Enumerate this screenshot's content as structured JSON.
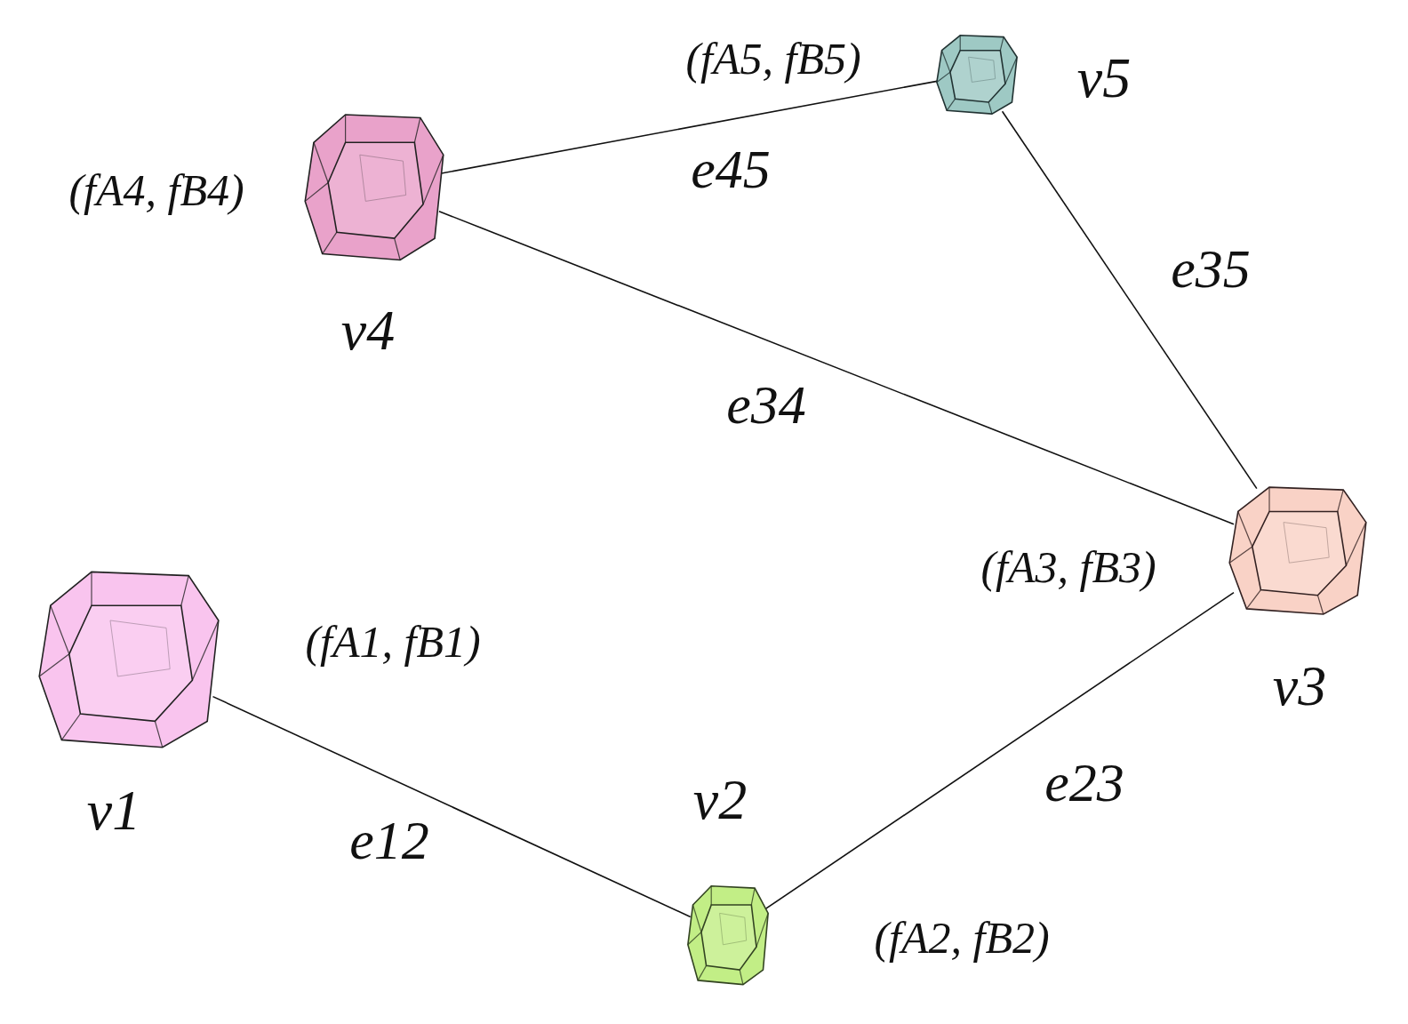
{
  "diagram": {
    "nodes": [
      {
        "text": [
          "v1",
          "(fA1, fB1)"
        ]
      },
      {
        "text": [
          "v2",
          "(fA2, fB2)"
        ]
      },
      {
        "text": [
          "v3",
          "(fA3, fB3)"
        ]
      },
      {
        "text": [
          "v4",
          "(fA4, fB4)"
        ]
      },
      {
        "text": [
          "v5",
          "(fA5, fB5)"
        ]
      }
    ],
    "edges": [
      {
        "from": 3,
        "to": 4,
        "arrow": "none",
        "label": "e45"
      },
      {
        "from": 2,
        "to": 4,
        "arrow": "none",
        "label": "e35"
      },
      {
        "from": 3,
        "to": 2,
        "arrow": "none",
        "label": "e34"
      },
      {
        "from": 1,
        "to": 2,
        "arrow": "none",
        "label": "e23"
      },
      {
        "from": 0,
        "to": 1,
        "arrow": "none",
        "label": "e12"
      }
    ]
  }
}
